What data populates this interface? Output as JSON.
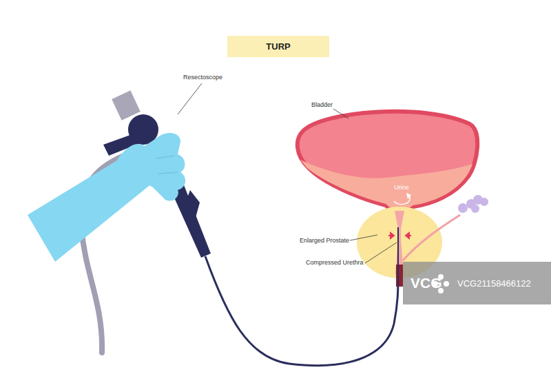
{
  "diagram": {
    "title": "TURP",
    "labels": [
      "Resectoscope",
      "Bladder",
      "Urine",
      "Enlarged Prostate",
      "Compressed Urethra",
      "VCG",
      "VCG21158466122"
    ]
  }
}
